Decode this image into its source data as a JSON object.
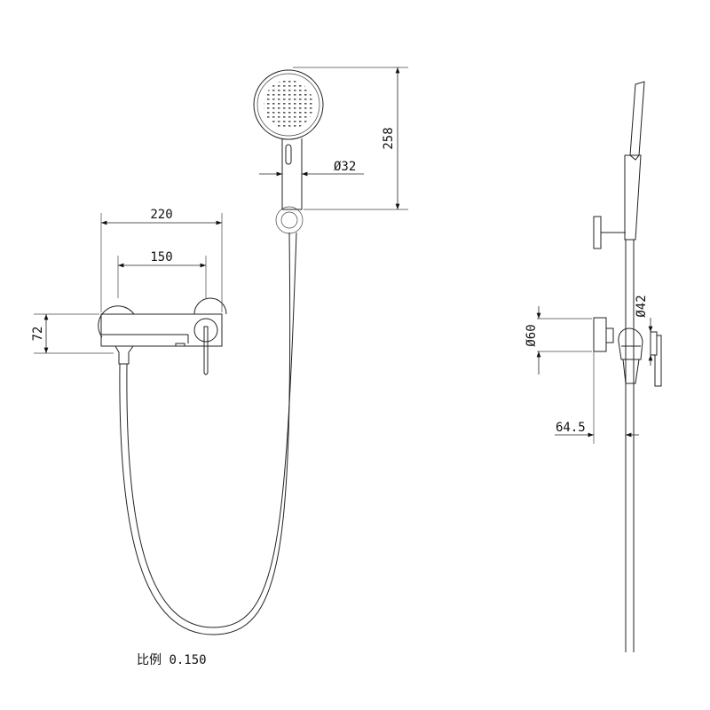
{
  "dimensions": {
    "width_total": "220",
    "handle_spacing": "150",
    "body_height": "72",
    "handshower_length": "258",
    "handle_diameter": "Ø32",
    "flange_diameter": "Ø60",
    "hose_diameter": "Ø42",
    "projection": "64.5"
  },
  "scale": {
    "label": "比例",
    "value": "0.150"
  }
}
